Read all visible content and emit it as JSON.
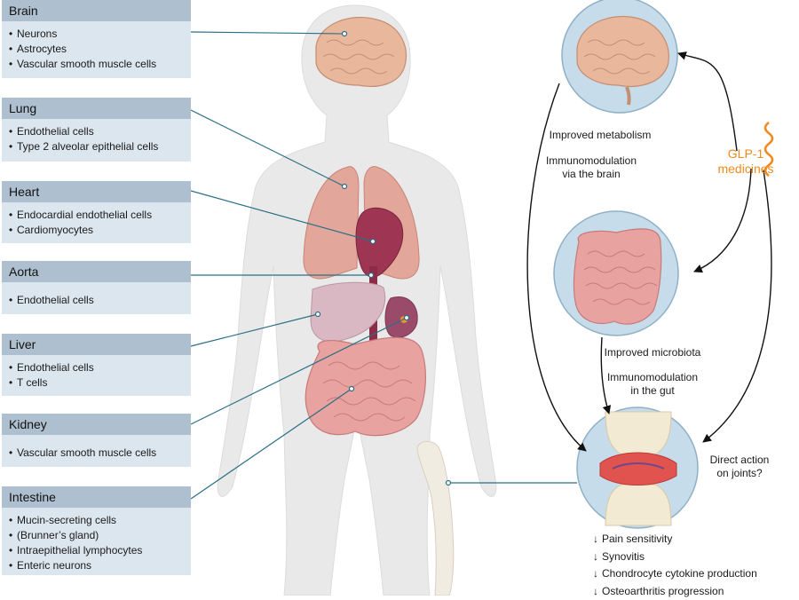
{
  "organs": [
    {
      "name": "Brain",
      "cells": [
        "Neurons",
        "Astrocytes",
        "Vascular smooth muscle cells"
      ]
    },
    {
      "name": "Lung",
      "cells": [
        "Endothelial cells",
        "Type 2 alveolar epithelial cells"
      ]
    },
    {
      "name": "Heart",
      "cells": [
        "Endocardial endothelial cells",
        "Cardiomyocytes"
      ]
    },
    {
      "name": "Aorta",
      "cells": [
        "Endothelial cells"
      ]
    },
    {
      "name": "Liver",
      "cells": [
        "Endothelial cells",
        "T cells"
      ]
    },
    {
      "name": "Kidney",
      "cells": [
        "Vascular smooth muscle cells"
      ]
    },
    {
      "name": "Intestine",
      "cells": [
        "Mucin-secreting cells",
        "(Brunner’s gland)",
        "Intraepithelial lymphocytes",
        "Enteric neurons"
      ]
    }
  ],
  "pathway": {
    "brain_label": {
      "line1": "Improved metabolism"
    },
    "brain_label2": {
      "line1": "Immunomodulation",
      "line2": "via the brain"
    },
    "gut_label": {
      "line1": "Improved microbiota"
    },
    "gut_label2": {
      "line1": "Immunomodulation",
      "line2": "in the gut"
    },
    "joint_label": {
      "line1": "Direct action",
      "line2": "on joints?"
    },
    "glp_label": {
      "line1": "GLP-1",
      "line2": "medicines"
    }
  },
  "outcomes": {
    "arrow": "↓",
    "items": [
      "Pain sensitivity",
      "Synovitis",
      "Chondrocyte cytokine production",
      "Osteoarthritis progression"
    ]
  },
  "colors": {
    "panel_header": "#aebfcf",
    "panel_body": "#dce6ee",
    "connector": "#2a6f86",
    "glp": "#ef8a1f",
    "circle_fill": "#c6dcea",
    "circle_stroke": "#8fb0c6"
  }
}
